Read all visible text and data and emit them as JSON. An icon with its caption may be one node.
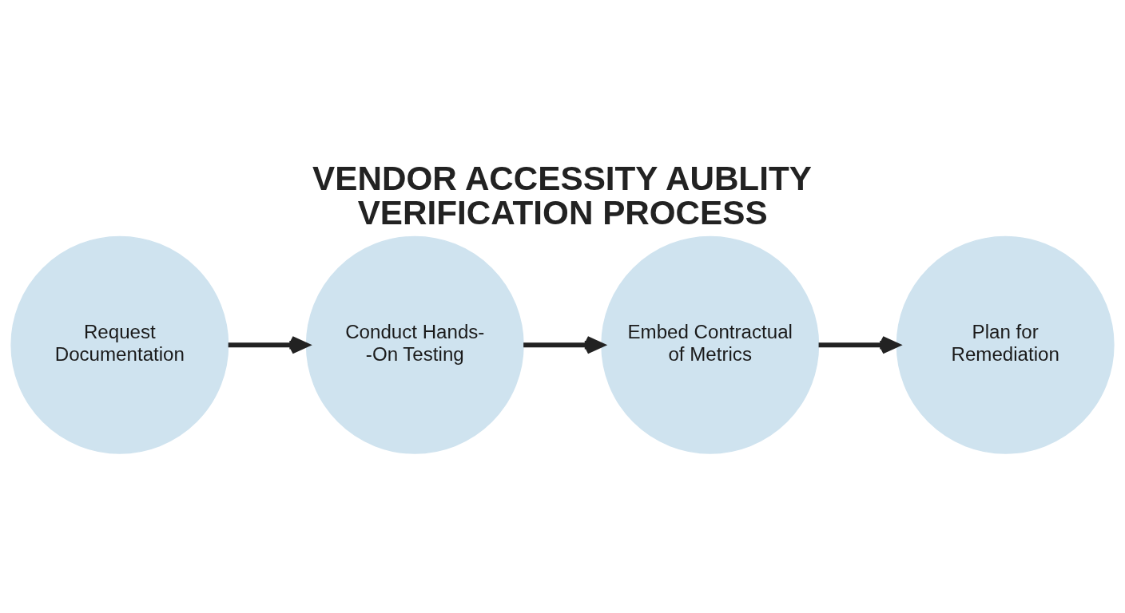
{
  "diagram": {
    "title": "VENDOR ACCESSITY AUBLITY VERIFICATION PROCESS",
    "nodes": [
      {
        "text": [
          "Request Documentation"
        ]
      },
      {
        "text": [
          "Conduct Hands- -On Testing"
        ]
      },
      {
        "text": [
          "Embed Contractual of Metrics"
        ]
      },
      {
        "text": [
          "Plan for Remediation"
        ]
      }
    ],
    "edges": [
      {
        "from": 0,
        "to": 1,
        "arrow": "to"
      },
      {
        "from": 1,
        "to": 2,
        "arrow": "to"
      },
      {
        "from": 2,
        "to": 3,
        "arrow": "to"
      }
    ]
  }
}
